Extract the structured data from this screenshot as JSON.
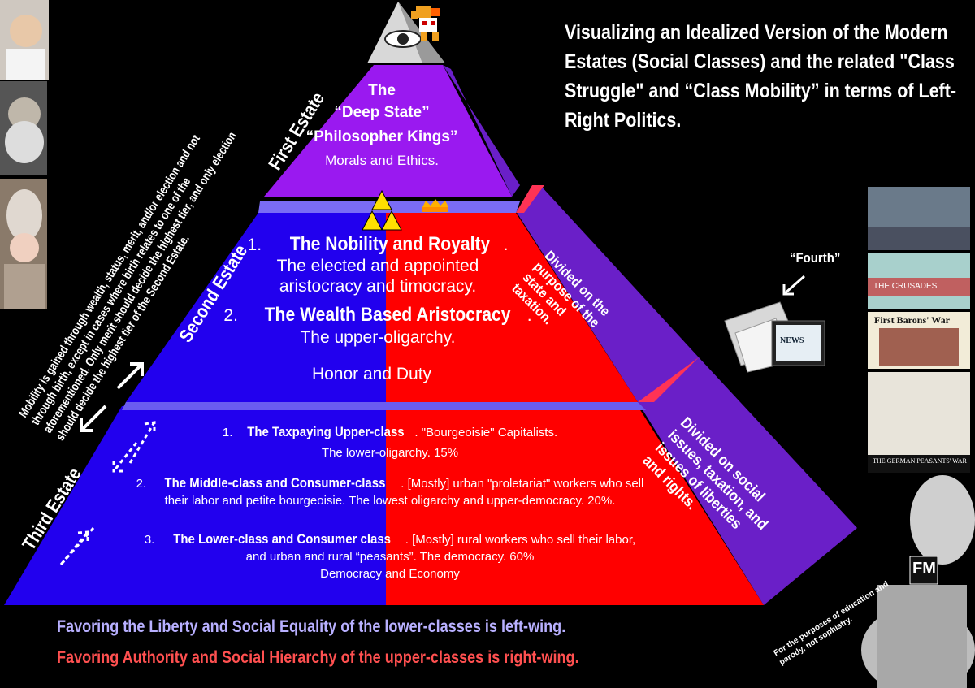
{
  "title": "Visualizing an Idealized Version of the Modern Estates (Social Classes) and the related \"Class Struggle\" and “Class Mobility” in terms of Left-Right Politics.",
  "estates": {
    "first": "First Estate",
    "second": "Second Estate",
    "third": "Third Estate"
  },
  "top": {
    "line1": "The",
    "line2": "“Deep State”",
    "line3": "“Philosopher Kings”",
    "line4": "Morals and Ethics."
  },
  "middle": {
    "item1_num": "1.",
    "item1_title": "The Nobility and Royalty",
    "item1_desc": "The elected and appointed aristocracy and timocracy.",
    "item2_num": "2.",
    "item2_title": "The Wealth Based Aristocracy",
    "item2_desc": "The upper-oligarchy.",
    "virtue": "Honor and Duty",
    "side_note": "Divided on the purpose of the state and taxation."
  },
  "bottom": {
    "item1_num": "1.",
    "item1_title": "The Taxpaying Upper-class",
    "item1_desc": ". \"Bourgeoisie\" Capitalists.",
    "item1_sub": "The lower-oligarchy.  15%",
    "item2_num": "2.",
    "item2_title": "The Middle-class and Consumer-class",
    "item2_desc": ". [Mostly] urban \"proletariat\" workers who sell",
    "item2_sub": "their labor and petite bourgeoisie. The lowest oligarchy and upper-democracy.  20%.",
    "item3_num": "3.",
    "item3_title": "The Lower-class and Consumer class",
    "item3_desc": ". [Mostly] rural workers who sell their labor,",
    "item3_sub": "and urban and rural “peasants”. The democracy.  60%",
    "virtue": "Democracy and Economy",
    "side_note": "Divided on social issues, taxation, and issues of liberties and rights."
  },
  "mobility_note": "Mobility is gained through wealth, status, merit, and/or election and not through birth, except in cases where birth relates to one of the aforementioned. Only merit should decide the highest tier, and only election should decide the highest tier of the Second Estate.",
  "fourth_label": "“Fourth”",
  "newspaper_label": "NEWS",
  "history_thumbs": {
    "crusades": "THE CRUSADES",
    "barons": "First Barons' War",
    "peasants": "THE GERMAN PEASANTS' WAR"
  },
  "logo": "FM",
  "disclaimer": "For the purposes of education and parody, not sophistry.",
  "caption_left": "Favoring the Liberty and Social Equality of the lower-classes is left-wing.",
  "caption_right": "Favoring Authority and Social Hierarchy of the upper-classes  is right-wing.",
  "colors": {
    "left": "#2200ee",
    "right": "#ff0000",
    "top": "#9a19f0",
    "side": "#6a1fc8",
    "caption_left": "#b8b0ff",
    "caption_right": "#ff5050"
  }
}
